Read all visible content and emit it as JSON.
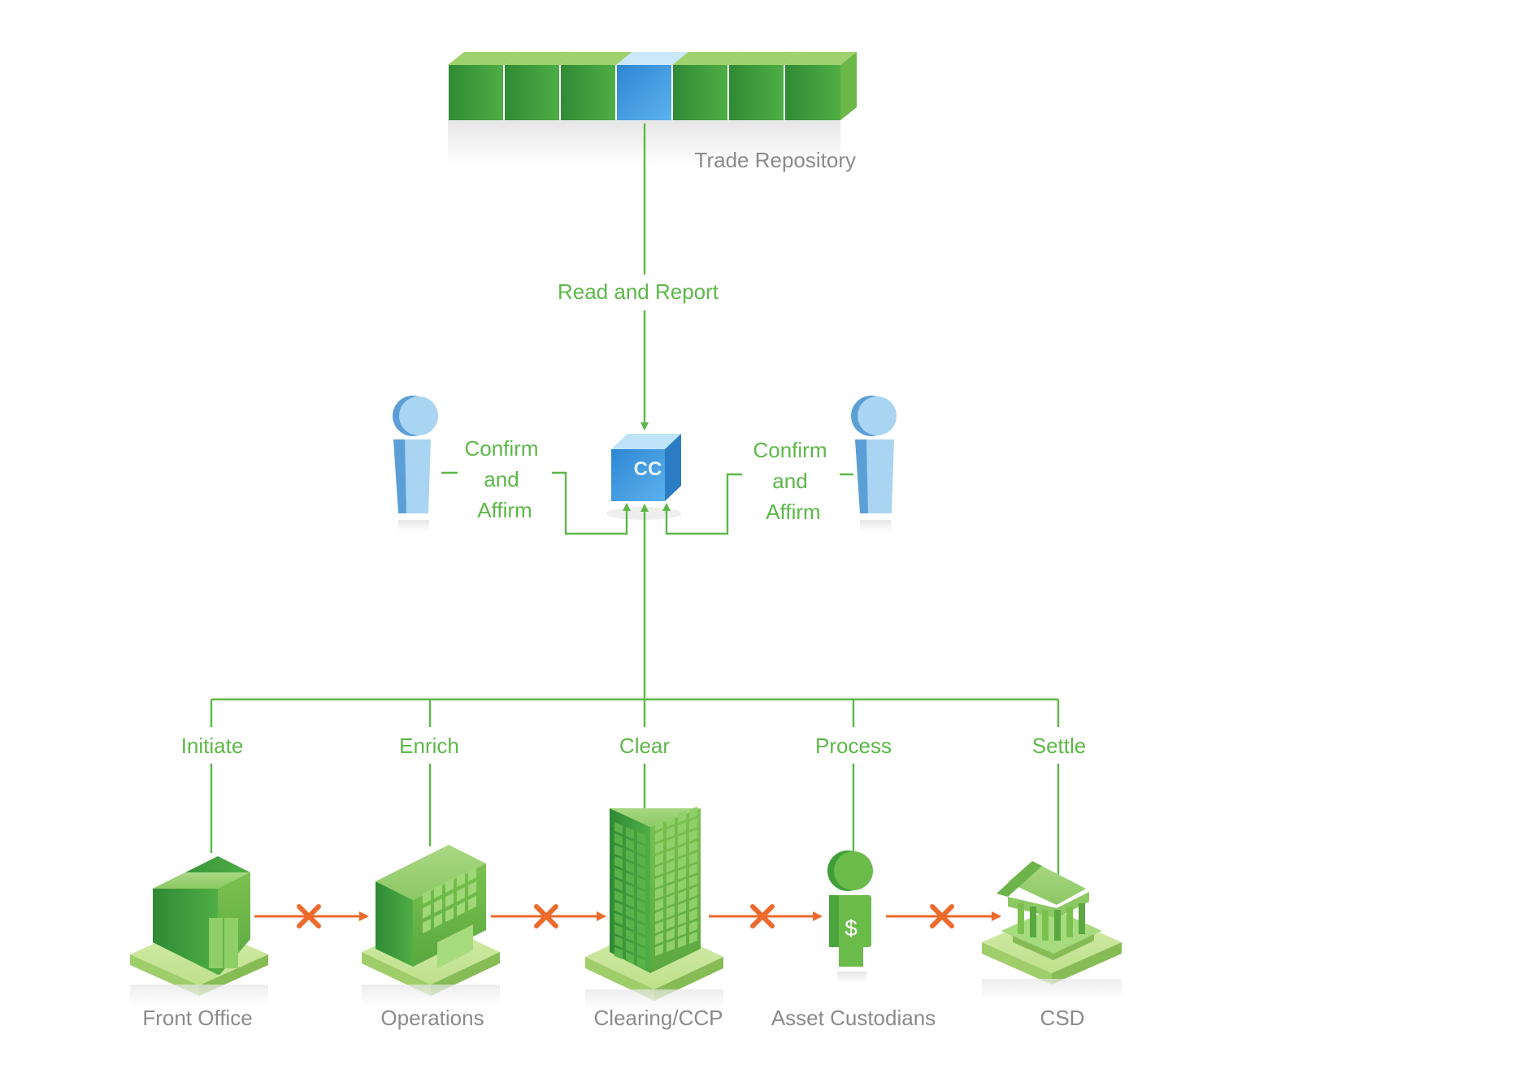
{
  "colors": {
    "connector": "#5cb848",
    "label_gray": "#8a8a8a",
    "block_green": "#3f9e3a",
    "block_blue": "#3d9de0",
    "person_blue": "#8ec8ef",
    "flow_orange": "#ec6a2c"
  },
  "repository": {
    "label": "Trade Repository",
    "block_count": 7,
    "highlighted_index": 3
  },
  "read_report_label": "Read and Report",
  "cc_box": {
    "label": "CC",
    "icon": "cube-icon"
  },
  "confirm_left": {
    "line1": "Confirm",
    "line2": "and",
    "line3": "Affirm",
    "icon": "person-icon"
  },
  "confirm_right": {
    "line1": "Confirm",
    "line2": "and",
    "line3": "Affirm",
    "icon": "person-icon"
  },
  "steps": [
    {
      "action": "Initiate",
      "entity": "Front Office",
      "icon": "office-building-icon"
    },
    {
      "action": "Enrich",
      "entity": "Operations",
      "icon": "operations-building-icon"
    },
    {
      "action": "Clear",
      "entity": "Clearing/CCP",
      "icon": "skyscraper-icon"
    },
    {
      "action": "Process",
      "entity": "Asset Custodians",
      "icon": "custodian-person-icon"
    },
    {
      "action": "Settle",
      "entity": "CSD",
      "icon": "bank-icon"
    }
  ],
  "flow_marker": {
    "icon": "cross-icon",
    "count": 4
  }
}
